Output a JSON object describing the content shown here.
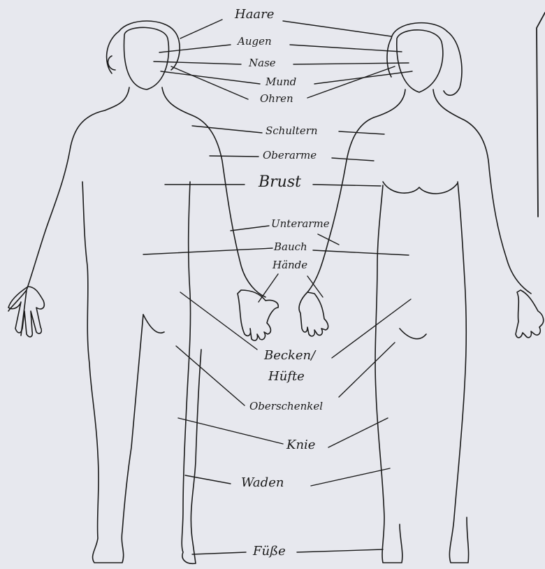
{
  "labels": {
    "hair": "Haare",
    "eyes": "Augen",
    "nose": "Nase",
    "mouth": "Mund",
    "ears": "Ohren",
    "shoulders": "Schultern",
    "upper_arms": "Oberarme",
    "chest": "Brust",
    "forearms": "Unterarme",
    "belly": "Bauch",
    "hands": "Hände",
    "pelvis": "Becken/",
    "hip": "Hüfte",
    "thighs": "Oberschenkel",
    "knees": "Knie",
    "calves": "Waden",
    "feet": "Füße"
  },
  "colors": {
    "paper": "#e7e8ee",
    "ink": "#1a1a1a"
  }
}
